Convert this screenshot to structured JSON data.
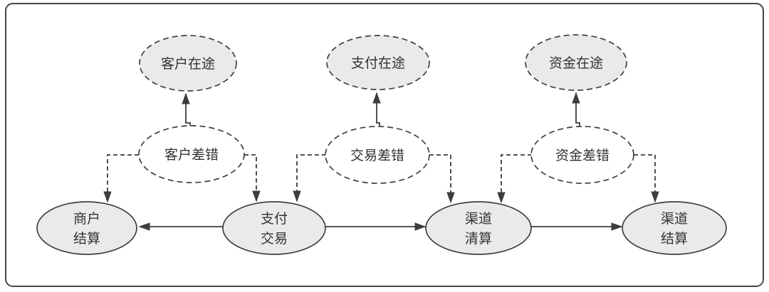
{
  "diagram": {
    "top_nodes": [
      {
        "label": "客户在途"
      },
      {
        "label": "支付在途"
      },
      {
        "label": "资金在途"
      }
    ],
    "middle_nodes": [
      {
        "label": "客户差错"
      },
      {
        "label": "交易差错"
      },
      {
        "label": "资金差错"
      }
    ],
    "bottom_nodes": [
      {
        "line1": "商户",
        "line2": "结算"
      },
      {
        "line1": "支付",
        "line2": "交易"
      },
      {
        "line1": "渠道",
        "line2": "清算"
      },
      {
        "line1": "渠道",
        "line2": "结算"
      }
    ],
    "colors": {
      "background": "#ffffff",
      "frame_border": "#414750",
      "node_fill": "#e8eaeb",
      "node_stroke": "#404040",
      "edge": "#3d3d3d",
      "text": "#333333"
    }
  }
}
